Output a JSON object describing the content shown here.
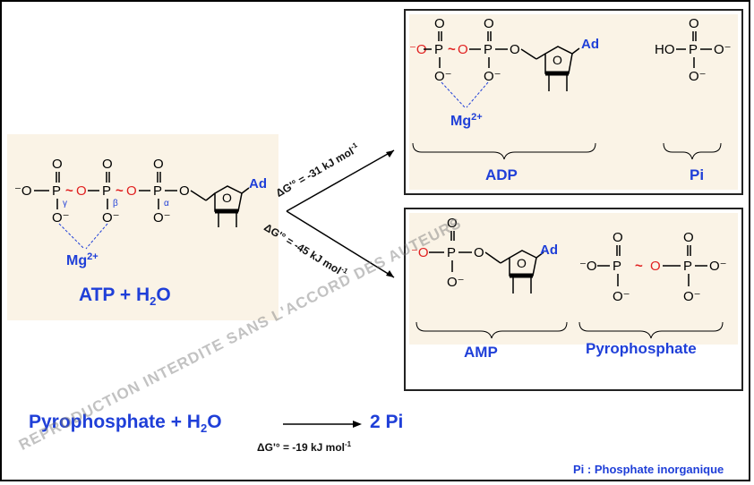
{
  "atp": {
    "label_prefix": "ATP + H",
    "label_sub": "2",
    "label_suffix": "O",
    "mg": "Mg",
    "mg_charge": "2+",
    "ad": "Ad",
    "greek": {
      "gamma": "γ",
      "beta": "β",
      "alpha": "α"
    }
  },
  "arrows": {
    "upper_dg": "ΔG'° = -31 kJ mol",
    "upper_exp": "-1",
    "lower_dg": "ΔG'° = -45 kJ mol",
    "lower_exp": "-1"
  },
  "top_box": {
    "adp_label": "ADP",
    "pi_label": "Pi",
    "mg": "Mg",
    "mg_charge": "2+",
    "ad": "Ad",
    "hydroxyl": "HO"
  },
  "bottom_box": {
    "amp_label": "AMP",
    "ppi_label": "Pyrophosphate",
    "ad": "Ad"
  },
  "equation": {
    "left_prefix": "Pyrophosphate + H",
    "left_sub": "2",
    "left_suffix": "O",
    "right": "2 Pi",
    "dg": "ΔG'° = -19 kJ mol",
    "dg_exp": "-1"
  },
  "footnote": "Pi : Phosphate inorganique",
  "watermark": "REPRODUCTION INTERDITE SANS L'ACCORD DES AUTEURS",
  "colors": {
    "accent": "#1f3fd8",
    "bond": "#e02020",
    "panel": "#faf3e6"
  }
}
